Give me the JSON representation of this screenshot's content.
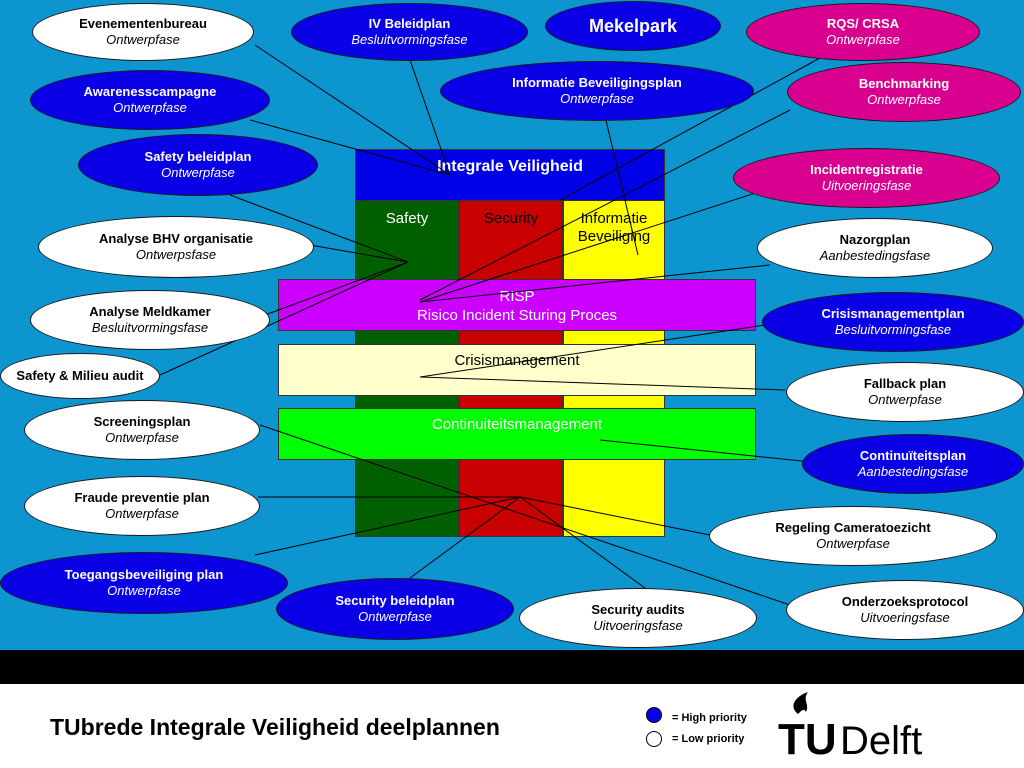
{
  "colors": {
    "background": "#0d95cf",
    "high_priority": "#0a00e6",
    "pink": "#d9008f",
    "low_priority": "#ffffff",
    "integrale": "#0000e6",
    "safety": "#006000",
    "security": "#c80000",
    "informatie": "#ffff00",
    "risp": "#cc00ff",
    "crisis": "#ffffcc",
    "continuiteit": "#00ff00"
  },
  "diagram": {
    "integrale_label": "Integrale Veiligheid",
    "safety_label": "Safety",
    "security_label": "Security",
    "informatie_label": "Informatie Beveiliging",
    "risp_line1": "RISP",
    "risp_line2": "Risico Incident Sturing Proces",
    "crisis_label": "Crisismanagement",
    "continuiteit_label": "Continuiteitsmanagement"
  },
  "plans": [
    {
      "title": "Evenementenbureau",
      "phase": "Ontwerpfase",
      "color": "white"
    },
    {
      "title": "IV Beleidplan",
      "phase": "Besluitvormingsfase",
      "color": "blue"
    },
    {
      "title": "Mekelpark",
      "phase": "",
      "color": "blue"
    },
    {
      "title": "RQS/ CRSA",
      "phase": "Ontwerpfase",
      "color": "pink"
    },
    {
      "title": "Informatie Beveiligingsplan",
      "phase": "Ontwerpfase",
      "color": "blue"
    },
    {
      "title": "Awarenesscampagne",
      "phase": "Ontwerpfase",
      "color": "blue"
    },
    {
      "title": "Benchmarking",
      "phase": "Ontwerpfase",
      "color": "pink"
    },
    {
      "title": "Safety beleidplan",
      "phase": "Ontwerpfase",
      "color": "blue"
    },
    {
      "title": "Incidentregistratie",
      "phase": "Uitvoeringsfase",
      "color": "pink"
    },
    {
      "title": "Analyse BHV organisatie",
      "phase": "Ontwerpsfase",
      "color": "white"
    },
    {
      "title": "Nazorgplan",
      "phase": "Aanbestedingsfase",
      "color": "white"
    },
    {
      "title": "Analyse Meldkamer",
      "phase": "Besluitvormingsfase",
      "color": "white"
    },
    {
      "title": "Crisismanagementplan",
      "phase": "Besluitvormingsfase",
      "color": "blue"
    },
    {
      "title": "Safety & Milieu  audit",
      "phase": "",
      "color": "white"
    },
    {
      "title": "Fallback plan",
      "phase": "Ontwerpfase",
      "color": "white"
    },
    {
      "title": "Screeningsplan",
      "phase": "Ontwerpfase",
      "color": "white"
    },
    {
      "title": "Continuïteitsplan",
      "phase": "Aanbestedingsfase",
      "color": "blue"
    },
    {
      "title": "Fraude preventie plan",
      "phase": "Ontwerpfase",
      "color": "white"
    },
    {
      "title": "Regeling Cameratoezicht",
      "phase": "Ontwerpfase",
      "color": "white"
    },
    {
      "title": "Toegangsbeveiliging plan",
      "phase": "Ontwerpfase",
      "color": "blue"
    },
    {
      "title": "Security beleidplan",
      "phase": "Ontwerpfase",
      "color": "blue"
    },
    {
      "title": "Security audits",
      "phase": "Uitvoeringsfase",
      "color": "white"
    },
    {
      "title": "Onderzoeksprotocol",
      "phase": "Uitvoeringsfase",
      "color": "white"
    }
  ],
  "footer": {
    "title": "TUbrede Integrale Veiligheid deelplannen",
    "legend_high": "= High priority",
    "legend_low": "= Low priority",
    "logo_tu": "TU",
    "logo_delft": "Delft"
  }
}
